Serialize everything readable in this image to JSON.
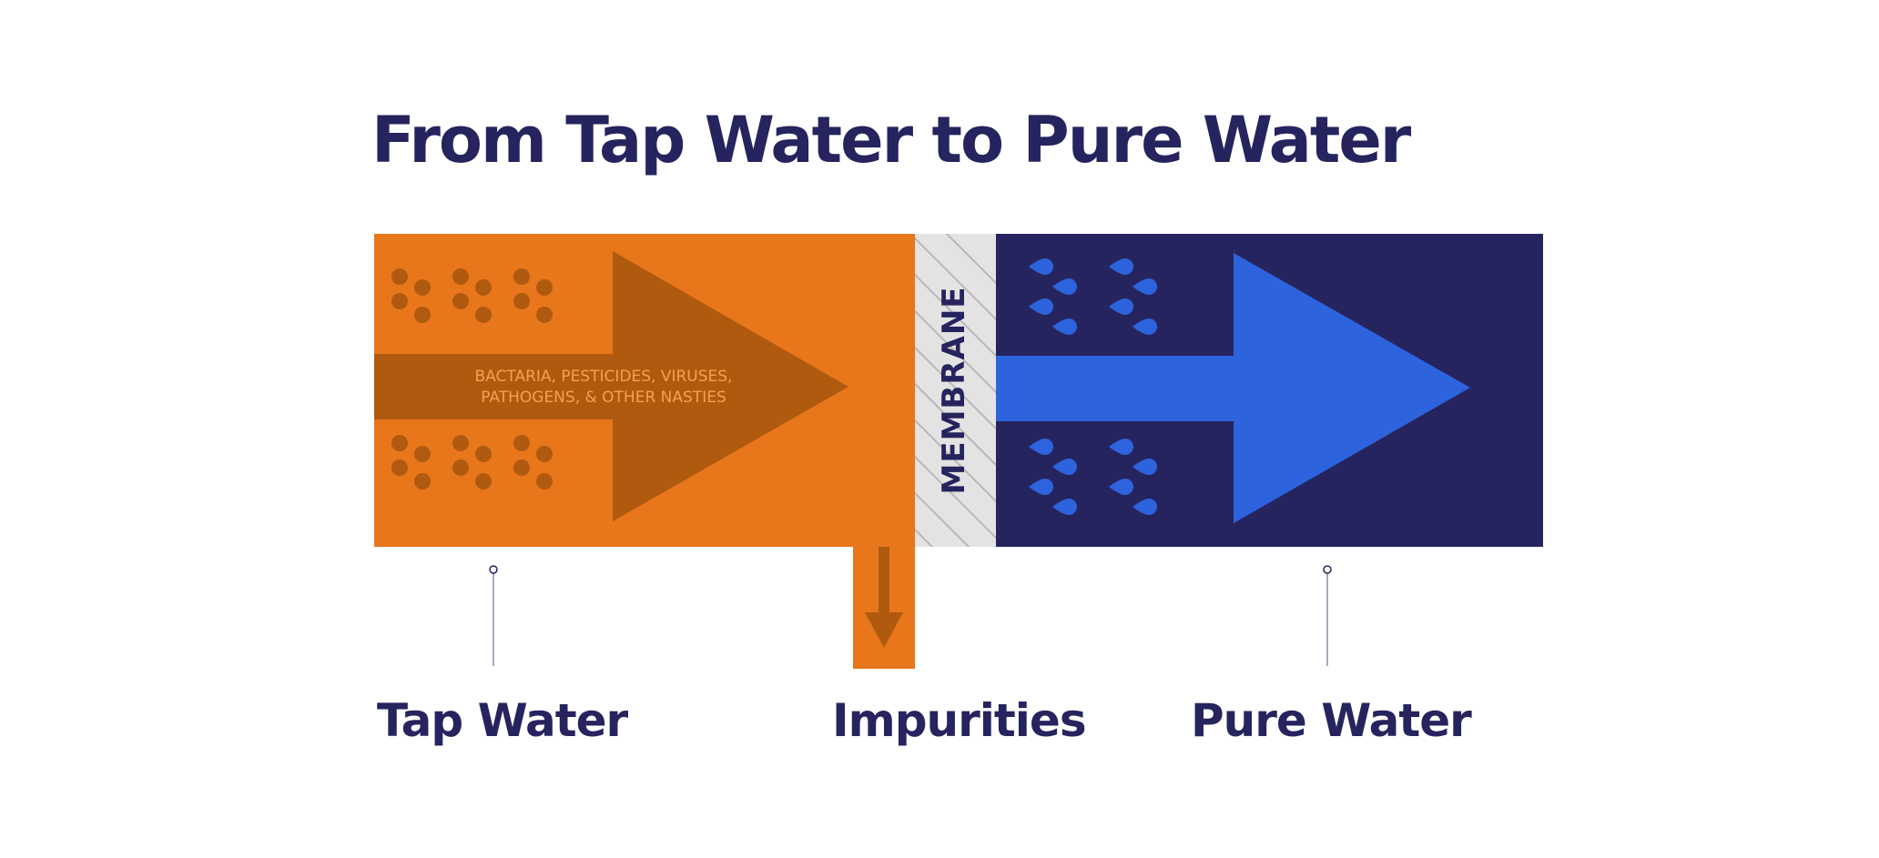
{
  "title": "From Tap Water to Pure Water",
  "arrow_text": {
    "line1": "BACTARIA, PESTICIDES, VIRUSES,",
    "line2": "PATHOGENS,  & OTHER NASTIES"
  },
  "membrane_label": "MEMBRANE",
  "labels": {
    "tap": "Tap Water",
    "impurities": "Impurities",
    "pure": "Pure Water"
  },
  "colors": {
    "title": "#25245e",
    "tap_block": "#e8761a",
    "dark_orange": "#b05a10",
    "arrow_text": "#f5a04e",
    "membrane_bg": "#e3e3e3",
    "membrane_stripe": "#b7b7b7",
    "pure_block": "#25245e",
    "pure_arrow": "#2d63dc"
  },
  "icons": {
    "impurity_particles": "circle-dots",
    "pure_droplets": "water-drop-icon"
  }
}
